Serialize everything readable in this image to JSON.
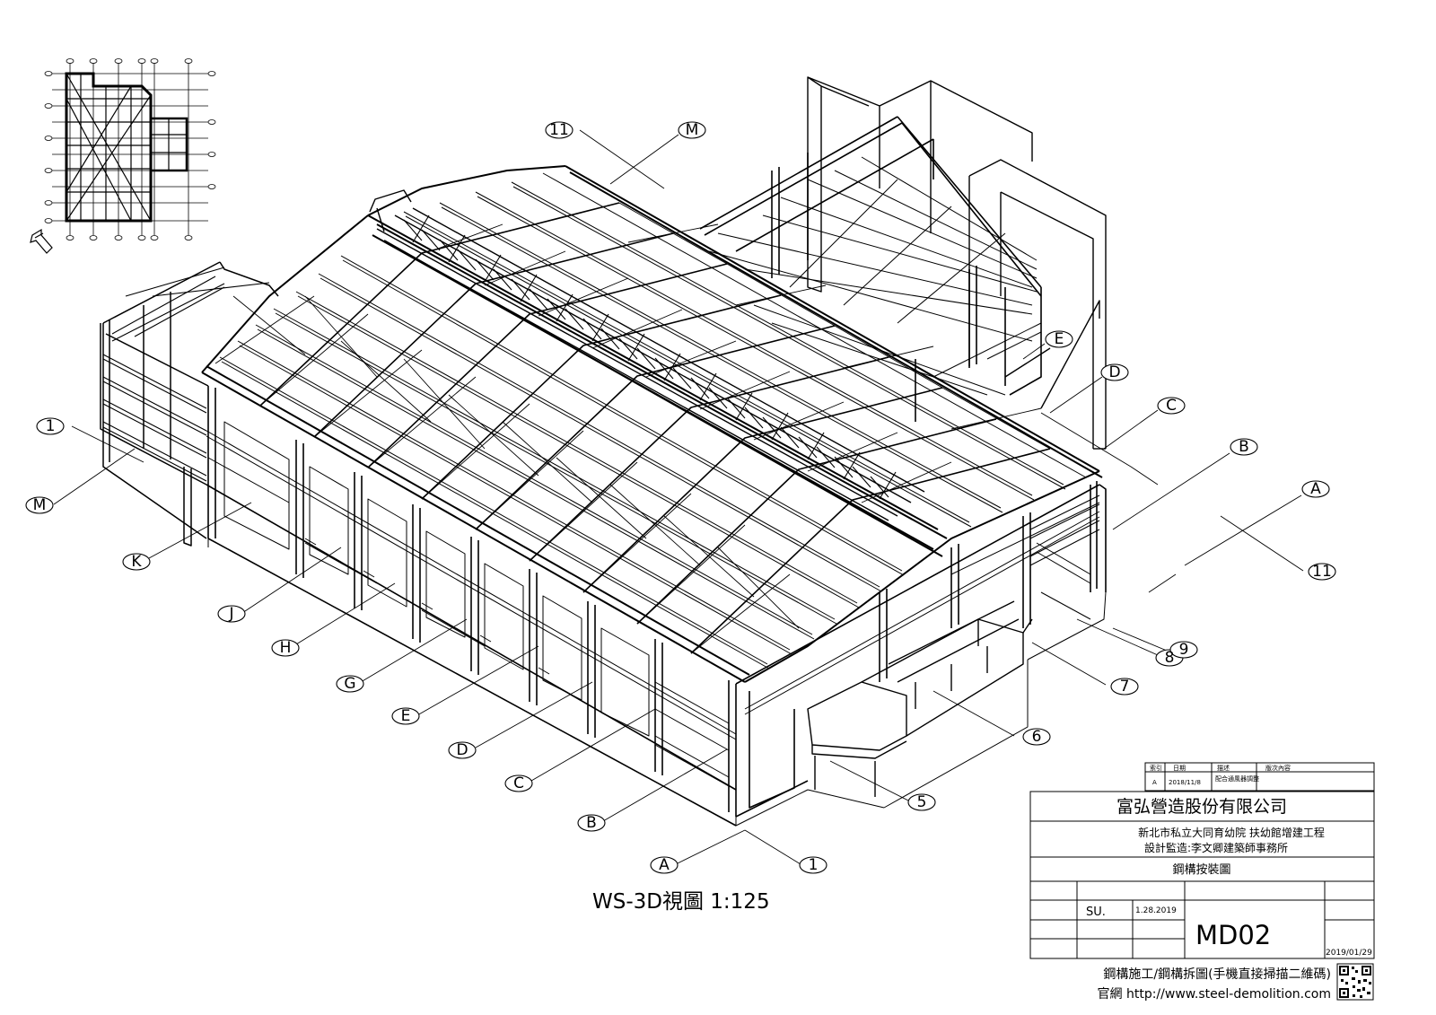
{
  "drawing": {
    "view_title": "WS-3D視圖 1:125"
  },
  "grid_labels": {
    "numbers": [
      "1",
      "5",
      "6",
      "7",
      "8",
      "9",
      "11",
      "1",
      "11"
    ],
    "letters": [
      "A",
      "B",
      "C",
      "D",
      "E",
      "G",
      "H",
      "J",
      "K",
      "M",
      "A",
      "B",
      "C",
      "D",
      "E",
      "M"
    ]
  },
  "revision_table": {
    "headers": [
      "索引",
      "日期",
      "描述",
      "版次內容"
    ],
    "row": [
      "A",
      "2018/11/8",
      "配合通風器調整",
      ""
    ]
  },
  "title_block": {
    "company": "富弘營造股份有限公司",
    "project_line1": "新北市私立大同育幼院 扶幼館增建工程",
    "project_line2": "設計監造:李文卿建築師事務所",
    "drawing_name": "鋼構按裝圖",
    "drawn_by": "SU.",
    "drawn_date": "1.28.2019",
    "sheet_no": "MD02",
    "print_date": "2019/01/29"
  },
  "footer": {
    "line1": "鋼構施工/鋼構拆圖(手機直接掃描二維碼)",
    "line2": "官網 http://www.steel-demolition.com"
  },
  "icons": {
    "north_arrow": "north-arrow-icon",
    "qr": "qr-code-icon"
  }
}
